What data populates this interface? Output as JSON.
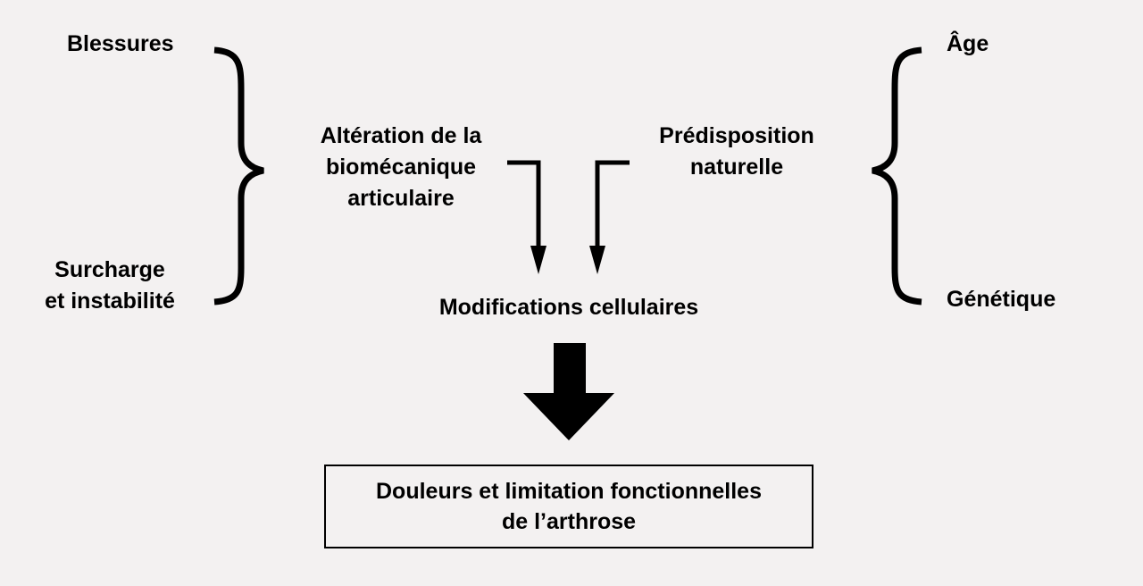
{
  "left_factors": {
    "top": "Blessures",
    "bottom_line1": "Surcharge",
    "bottom_line2": "et instabilité"
  },
  "left_cause": {
    "line1": "Altération de la",
    "line2": "biomécanique",
    "line3": "articulaire"
  },
  "right_cause": {
    "line1": "Prédisposition",
    "line2": "naturelle"
  },
  "right_factors": {
    "top": "Âge",
    "bottom": "Génétique"
  },
  "middle": "Modifications cellulaires",
  "outcome": {
    "line1": "Douleurs et limitation fonctionnelles",
    "line2": "de l’arthrose"
  }
}
